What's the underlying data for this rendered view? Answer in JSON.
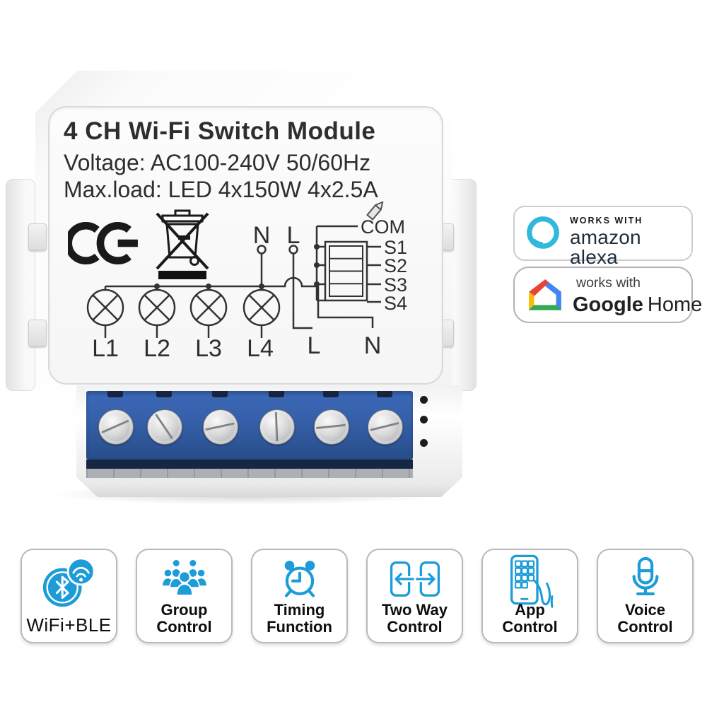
{
  "device": {
    "title": "4 CH Wi-Fi Switch Module",
    "specs": [
      "Voltage: AC100-240V 50/60Hz",
      "Max.load: LED 4x150W 4x2.5A"
    ],
    "marks": {
      "ce": "CE",
      "weee": "crossed-out-wheeled-bin-symbol"
    },
    "diagram": {
      "top_terminals": [
        "N",
        "L"
      ],
      "switch_terminals": [
        "COM",
        "S1",
        "S2",
        "S3",
        "S4"
      ],
      "bottom_terminals": [
        "L1",
        "L2",
        "L3",
        "L4",
        "L",
        "N"
      ]
    }
  },
  "badges": {
    "alexa": {
      "top": "WORKS WITH",
      "bottom": "amazon alexa"
    },
    "google": {
      "top": "works with",
      "brand": "Google",
      "product": "Home"
    }
  },
  "features": [
    {
      "id": "wifi-ble",
      "line1": "WiFi+BLE",
      "line2": ""
    },
    {
      "id": "group-control",
      "line1": "Group",
      "line2": "Control"
    },
    {
      "id": "timing-function",
      "line1": "Timing",
      "line2": "Function"
    },
    {
      "id": "two-way-control",
      "line1": "Two Way",
      "line2": "Control"
    },
    {
      "id": "app-control",
      "line1": "App",
      "line2": "Control"
    },
    {
      "id": "voice-control",
      "line1": "Voice",
      "line2": "Control"
    }
  ],
  "colors": {
    "feature_icon_blue": "#1d9cd8",
    "terminal_block_blue": "#355fa9",
    "alexa_cyan": "#31b8dc",
    "google_red": "#EA4335",
    "google_blue": "#4285F4",
    "google_yellow": "#FBBC04",
    "google_green": "#34A853",
    "print_black": "#2e2e2e"
  }
}
